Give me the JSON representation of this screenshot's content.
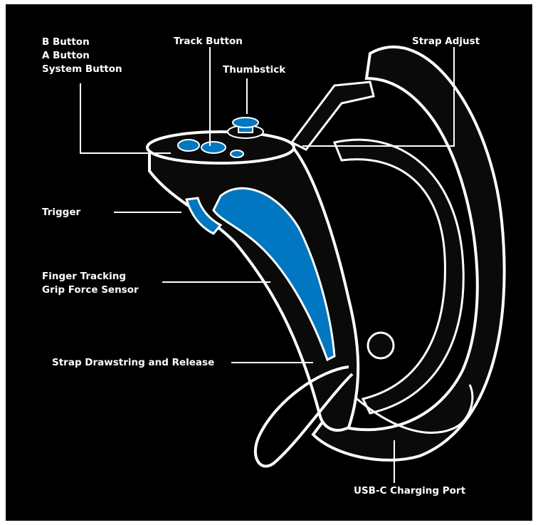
{
  "colors": {
    "background": "#000000",
    "outline": "#ffffff",
    "accent_blue": "#0077c0",
    "body_dark": "#0a0a0a"
  },
  "labels": {
    "b_button": "B Button",
    "a_button": "A Button",
    "system_button": "System Button",
    "track_button": "Track Button",
    "thumbstick": "Thumbstick",
    "strap_adjust": "Strap Adjust",
    "trigger": "Trigger",
    "finger_tracking": "Finger Tracking",
    "grip_force_sensor": "Grip Force Sensor",
    "strap_drawstring": "Strap Drawstring and Release",
    "usb_c_port": "USB-C Charging Port"
  }
}
